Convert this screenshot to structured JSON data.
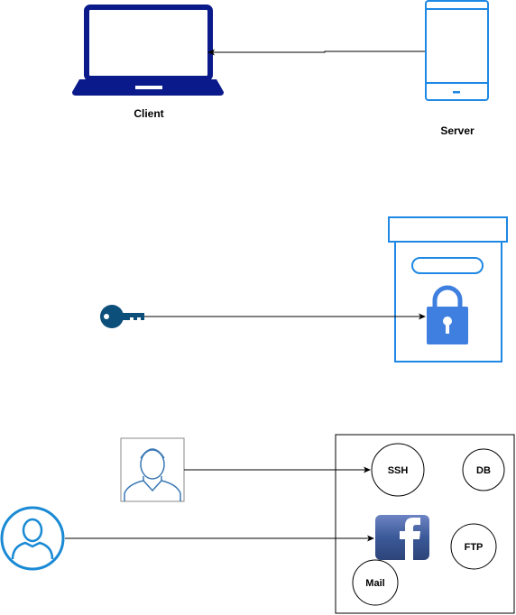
{
  "diagram": {
    "client_label": "Client",
    "server_label": "Server",
    "services": {
      "ssh": "SSH",
      "db": "DB",
      "ftp": "FTP",
      "mail": "Mail"
    }
  },
  "icons": {
    "client": "laptop-icon",
    "server": "mobile-phone-icon",
    "key": "key-icon",
    "vault": "locked-box-icon",
    "lock": "padlock-icon",
    "user_photo": "user-photo-icon",
    "user": "user-circle-icon",
    "facebook": "facebook-icon"
  },
  "colors": {
    "laptop": "#0a1a8a",
    "server": "#1e88e5",
    "key": "#0b4f7a",
    "vault": "#1e88e5",
    "lock": "#3f7fe0",
    "user_outline": "#1a8ad4",
    "facebook": "#3b5998",
    "line": "#000000"
  }
}
